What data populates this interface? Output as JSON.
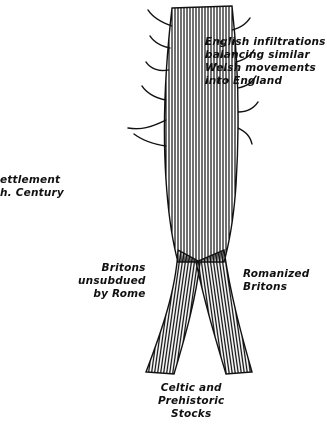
{
  "labels": {
    "english_infiltrations": "English infiltrations\nbalancing similar\nWelsh movements\ninto England",
    "settlement": "ettlement\nh. Century",
    "britons_unsubdued": "Britons\nunsubdued\nby Rome",
    "romanized_britons": "Romanized\nBritons",
    "celtic_prehistoric": "Celtic and\nPrehistoric\nStocks"
  },
  "colors": {
    "ink": "#111111",
    "background": "#ffffff"
  }
}
